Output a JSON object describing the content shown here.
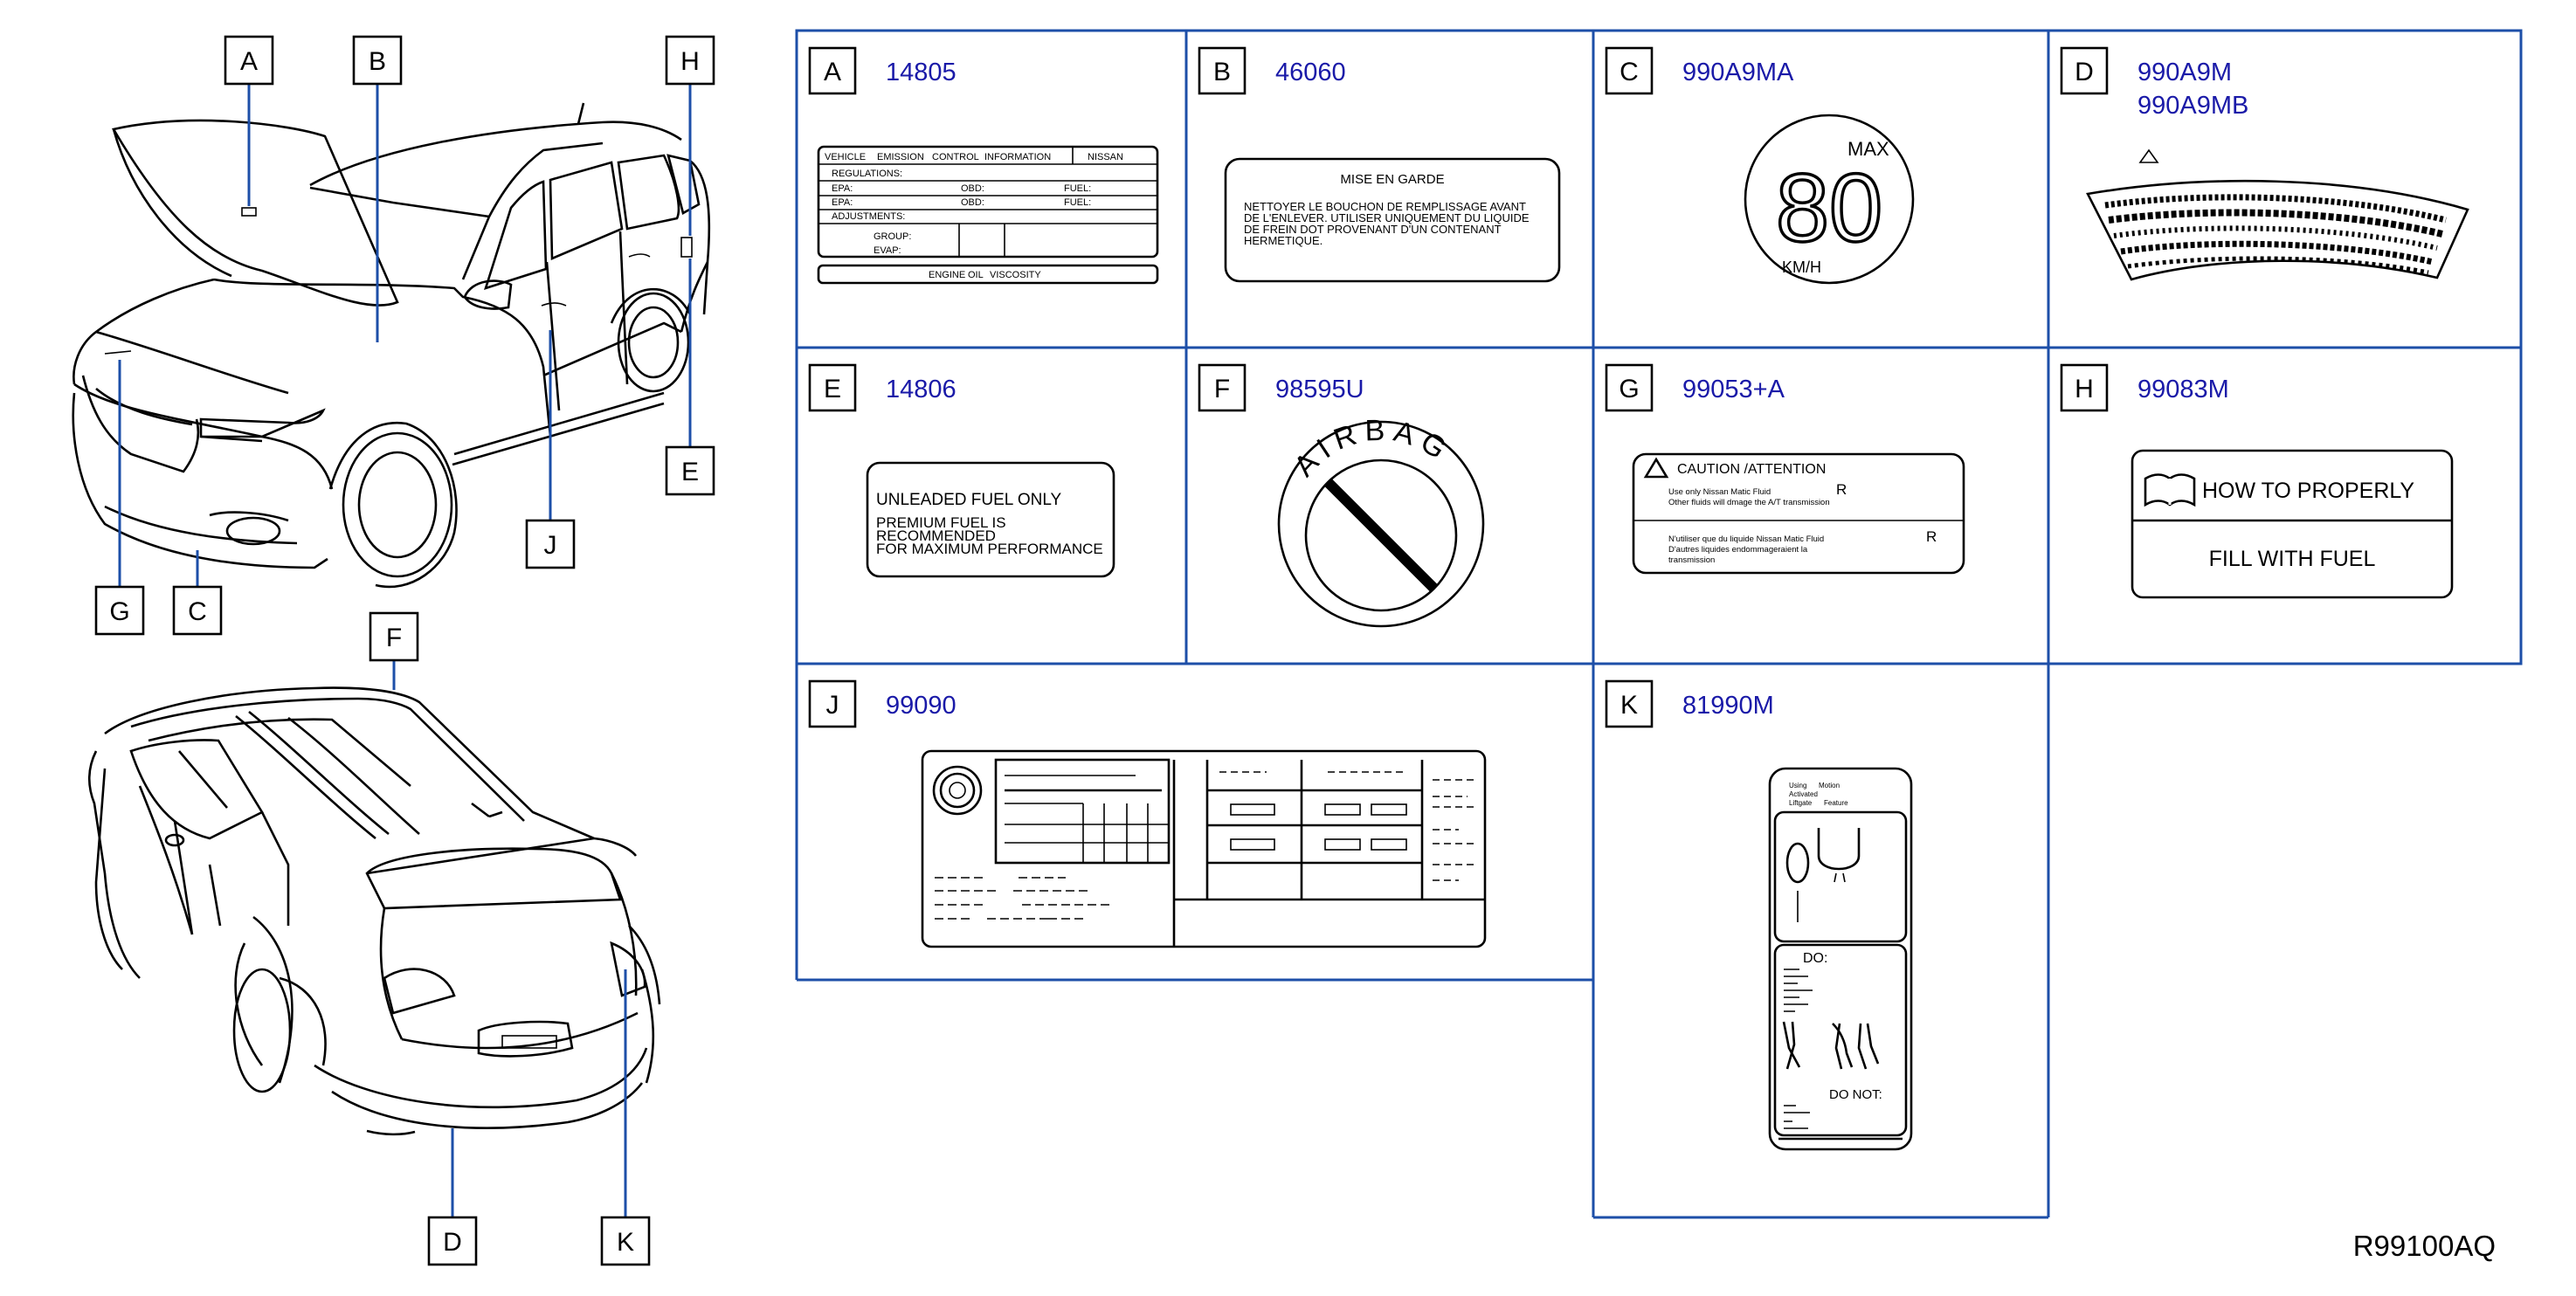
{
  "reference": "R99100AQ",
  "callouts": [
    "A",
    "B",
    "C",
    "D",
    "E",
    "F",
    "G",
    "H",
    "J",
    "K"
  ],
  "sections": [
    {
      "letter": "A",
      "codes": [
        "14805"
      ]
    },
    {
      "letter": "B",
      "codes": [
        "46060"
      ]
    },
    {
      "letter": "C",
      "codes": [
        "990A9MA"
      ]
    },
    {
      "letter": "D",
      "codes": [
        "990A9M",
        "990A9MB"
      ]
    },
    {
      "letter": "E",
      "codes": [
        "14806"
      ]
    },
    {
      "letter": "F",
      "codes": [
        "98595U"
      ]
    },
    {
      "letter": "G",
      "codes": [
        "99053+A"
      ]
    },
    {
      "letter": "H",
      "codes": [
        "99083M"
      ]
    },
    {
      "letter": "J",
      "codes": [
        "99090"
      ]
    },
    {
      "letter": "K",
      "codes": [
        "81990M"
      ]
    }
  ],
  "label_a": {
    "title_cells": [
      "VEHICLE",
      "EMISSION",
      "CONTROL",
      "INFORMATION",
      "NISSAN"
    ],
    "rows": [
      "REGULATIONS:",
      "EPA:",
      "OBD:",
      "FUEL:",
      "EPA:",
      "OBD:",
      "FUEL:",
      "ADJUSTMENTS:",
      "GROUP:",
      "EVAP:"
    ],
    "footer": [
      "ENGINE",
      "OIL",
      "VISCOSITY"
    ]
  },
  "label_b": {
    "title": "MISE   EN   GARDE",
    "lines": [
      "NETTOYER   LE    BOUCHON    DE    REMPLISSAGE    AVANT",
      "DE     L'ENLEVER.    UTILISER    UNIQUEMENT    DU LIQUIDE",
      "DE FREIN DOT     PROVENANT D'UN CONTENANT",
      "HERMETIQUE."
    ]
  },
  "label_c": {
    "max": "MAX",
    "speed": "80",
    "unit": "KM/H"
  },
  "label_e": {
    "lines": [
      "UNLEADED   FUEL   ONLY",
      "PREMIUM   FUEL   IS",
      "RECOMMENDED",
      "FOR   MAXIMUM   PERFORMANCE"
    ]
  },
  "label_f": {
    "text": "AIRBAG"
  },
  "label_g": {
    "title": "CAUTION    /ATTENTION",
    "line1": "Use     only     Nissan      Matic     Fluid",
    "line2": "Other     fluids     will     dmage     the     A/T     transmission",
    "line3": "N'utiliser     que     du     liquide     Nissan     Matic     Fluid",
    "line4": "D'autres      liquides      endommageraient      la",
    "line5": "transmission",
    "mark": "R"
  },
  "label_h": {
    "line1": "HOW   TO   PROPERLY",
    "line2": "FILL   WITH   FUEL"
  },
  "label_k": {
    "top": [
      "Using",
      "Motion",
      "Activated",
      "Liftgate",
      "Feature"
    ],
    "do": "DO:",
    "donot": "DO     NOT:"
  }
}
